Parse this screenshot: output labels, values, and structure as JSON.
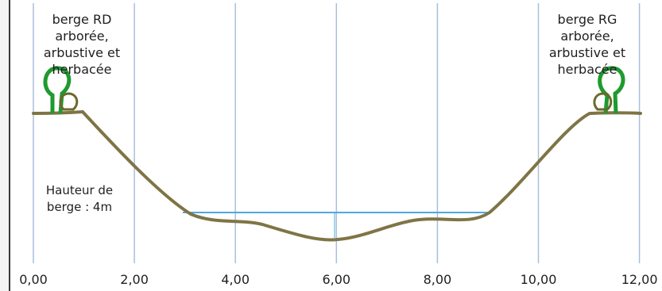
{
  "bank_labels": {
    "left": "berge RD\narborée,\narbustive et\nherbacée",
    "right": "berge RG\narborée,\narbustive et\nherbacée"
  },
  "height_note": "Hauteur de\nberge : 4m",
  "x_ticks": [
    "0,00",
    "2,00",
    "4,00",
    "6,00",
    "8,00",
    "10,00",
    "12,00"
  ],
  "colors": {
    "profile": "#7f7445",
    "water": "#4fa8df",
    "gridline": "#a9bfdc",
    "vegetation_tree": "#1f9a2f",
    "vegetation_shrub": "#6b6a2a"
  },
  "icons": [
    "tree-icon",
    "shrub-icon"
  ]
}
